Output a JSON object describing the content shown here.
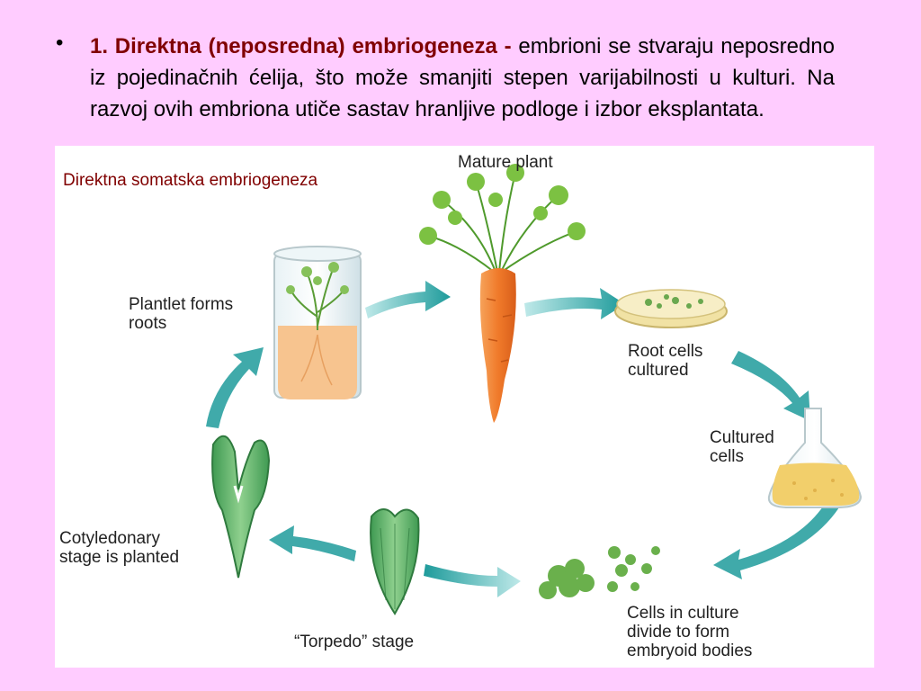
{
  "bullet": {
    "symbol": "•",
    "lead": "1. Direktna (neposredna) embriogeneza -",
    "body": "embrioni se stvaraju neposredno iz pojedinačnih ćelija, što može smanjiti stepen varijabilnosti u kulturi. Na razvoj ovih embriona utiče sastav hranljive podloge i izbor eksplantata."
  },
  "diagram": {
    "title": "Direktna somatska embriogeneza",
    "labels": {
      "mature_plant": "Mature plant",
      "root_cells": "Root cells\ncultured",
      "cultured_cells": "Cultured\ncells",
      "cells_divide": "Cells in culture\ndivide to form\nembryoid bodies",
      "torpedo": "“Torpedo” stage",
      "cotyledonary": "Cotyledonary\nstage is planted",
      "plantlet": "Plantlet forms\nroots"
    }
  },
  "colors": {
    "background": "#ffccff",
    "lead_text": "#800000",
    "arrow": "#2aa6a6",
    "embryo_green": "#5db36a",
    "carrot": "#f07a2a"
  }
}
